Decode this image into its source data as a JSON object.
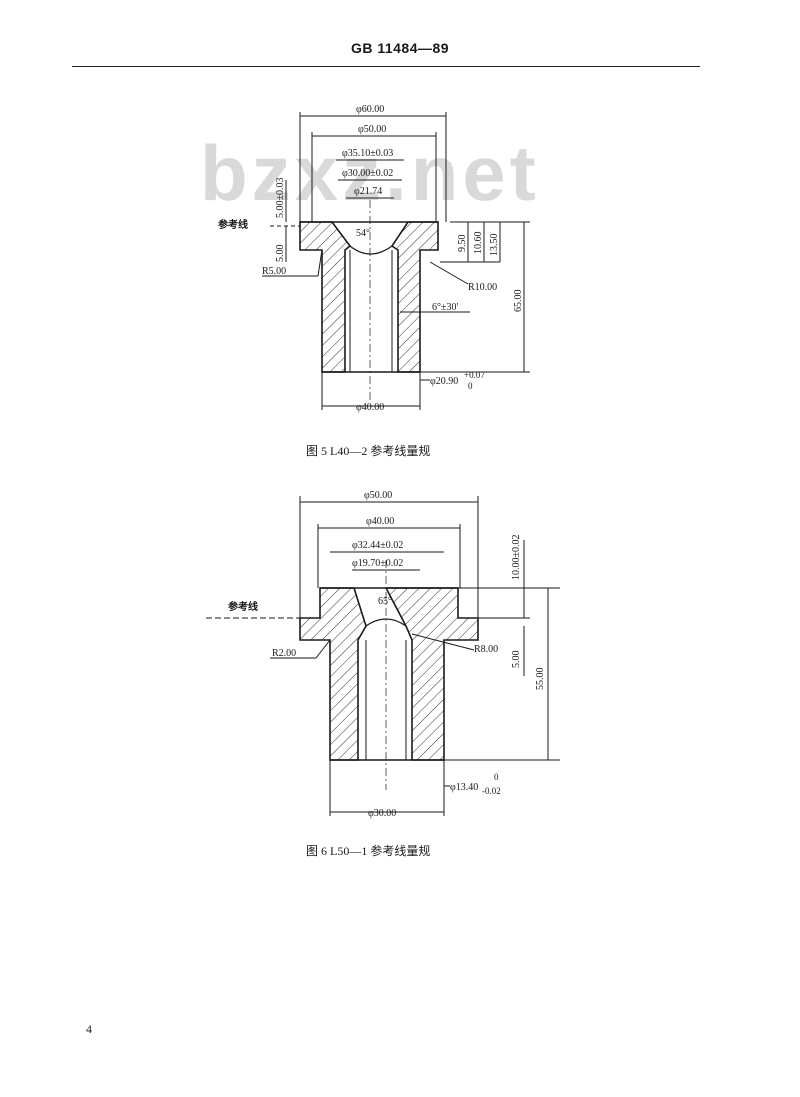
{
  "header": {
    "standard_code": "GB 11484—89"
  },
  "watermark": "bzxz.net",
  "figure5": {
    "caption": "图 5   L40—2 参考线量规",
    "reference_line": "参考线",
    "dims": {
      "d60": "φ60.00",
      "d50": "φ50.00",
      "d35": "φ35.10±0.03",
      "d30": "φ30.00±0.02",
      "d21": "φ21.74",
      "h5_tol": "5.00±0.03",
      "h5": "5.00",
      "r5": "R5.00",
      "angle": "54°",
      "h9": "9.50",
      "h10": "10.60",
      "h13": "13.50",
      "r10": "R10.00",
      "h65": "65.00",
      "taper": "6°±30'",
      "bore": "φ20.90",
      "bore_tol_upper": "+0.07",
      "bore_tol_lower": "0",
      "d40": "φ40.00"
    }
  },
  "figure6": {
    "caption": "图 6   L50—1 参考线量规",
    "reference_line": "参考线",
    "dims": {
      "d50": "φ50.00",
      "d40": "φ40.00",
      "d32": "φ32.44±0.02",
      "d19": "φ19.70±0.02",
      "h10_tol": "10.00±0.02",
      "angle": "65°",
      "r2": "R2.00",
      "r8": "R8.00",
      "h5": "5.00",
      "h55": "55.00",
      "bore": "φ13.40",
      "bore_tol_upper": "0",
      "bore_tol_lower": "-0.02",
      "d30": "φ30.00"
    }
  },
  "page_number": "4"
}
